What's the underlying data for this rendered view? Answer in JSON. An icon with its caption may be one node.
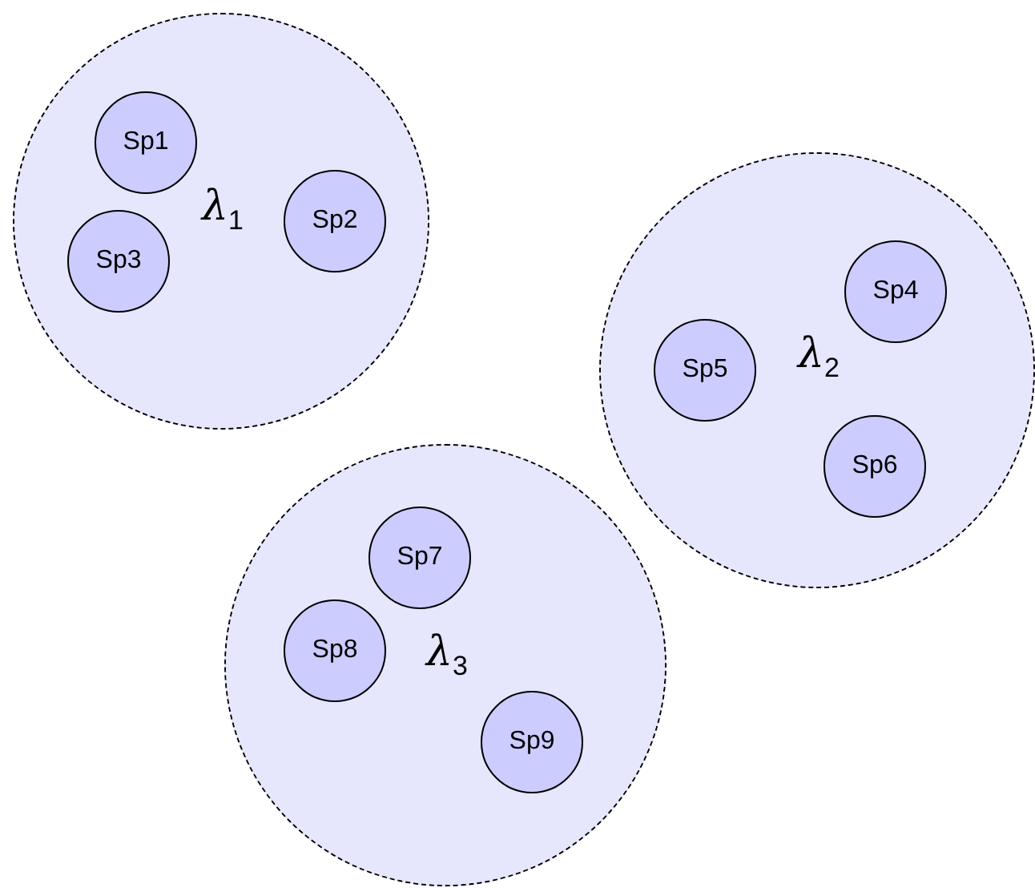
{
  "diagram": {
    "nodes": [
      {
        "text": [
          "λ$_{1}$"
        ]
      },
      {
        "text": [
          "Sp1"
        ],
        "in": 0
      },
      {
        "text": [
          "Sp2"
        ],
        "in": 0
      },
      {
        "text": [
          "Sp3"
        ],
        "in": 0
      },
      {
        "text": [
          "λ$_{2}$"
        ]
      },
      {
        "text": [
          "Sp4"
        ],
        "in": 4
      },
      {
        "text": [
          "Sp5"
        ],
        "in": 4
      },
      {
        "text": [
          "Sp6"
        ],
        "in": 4
      },
      {
        "text": [
          "λ$_{3}$"
        ]
      },
      {
        "text": [
          "Sp7"
        ],
        "in": 8
      },
      {
        "text": [
          "Sp8"
        ],
        "in": 8
      },
      {
        "text": [
          "Sp9"
        ],
        "in": 8
      }
    ]
  }
}
